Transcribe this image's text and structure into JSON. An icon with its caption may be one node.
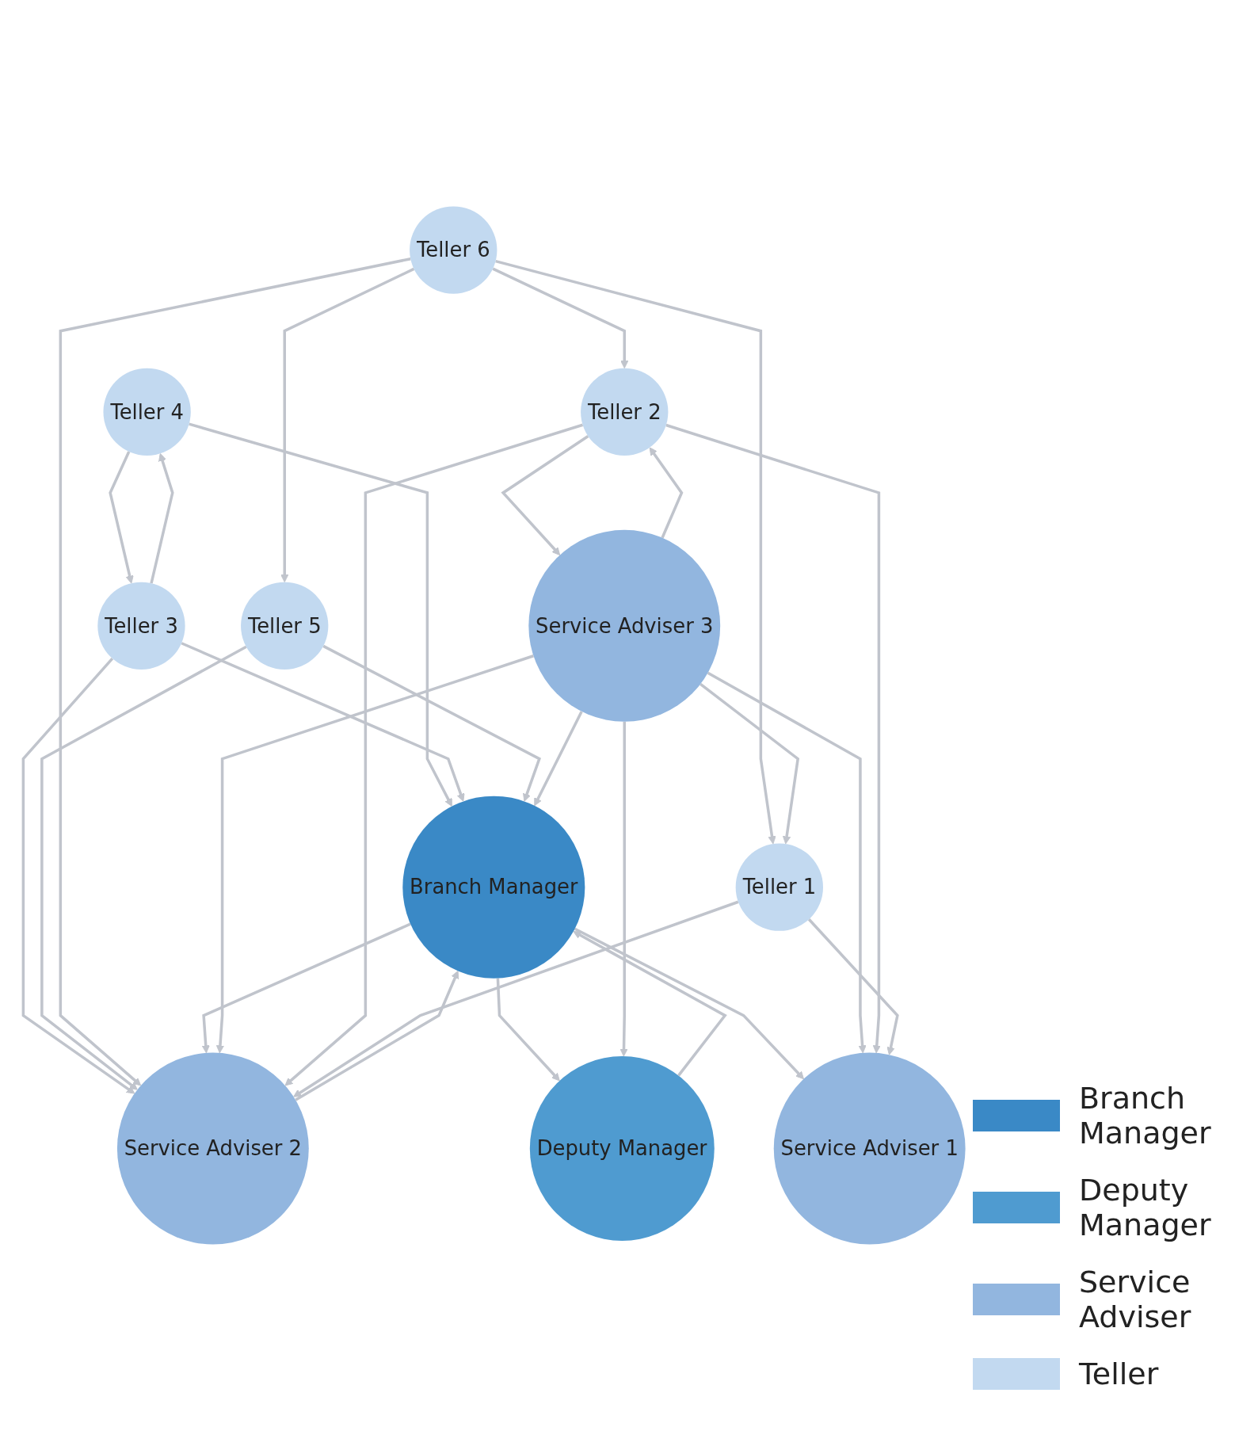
{
  "diagram": {
    "nodes": [
      {
        "text": [
          "Teller 4"
        ]
      },
      {
        "text": [
          "Teller 3"
        ]
      },
      {
        "text": [
          "Teller 5"
        ]
      },
      {
        "text": [
          "Branch Manager"
        ]
      },
      {
        "text": [
          "Service Adviser 2"
        ]
      },
      {
        "text": [
          "Teller 6"
        ]
      },
      {
        "text": [
          "Deputy Manager"
        ]
      },
      {
        "text": [
          "Service Adviser 3"
        ]
      },
      {
        "text": [
          "Teller 1"
        ]
      },
      {
        "text": [
          "Teller 2"
        ]
      },
      {
        "text": [
          "Service Adviser 1"
        ]
      }
    ],
    "edges": [
      {
        "from": 0,
        "to": 1,
        "arrow": "to"
      },
      {
        "from": 1,
        "to": 0,
        "arrow": "to"
      },
      {
        "from": 0,
        "to": 3,
        "arrow": "to"
      },
      {
        "from": 1,
        "to": 3,
        "arrow": "to"
      },
      {
        "from": 1,
        "to": 4,
        "arrow": "to"
      },
      {
        "from": 2,
        "to": 3,
        "arrow": "to"
      },
      {
        "from": 2,
        "to": 4,
        "arrow": "to"
      },
      {
        "from": 5,
        "to": 2,
        "arrow": "to"
      },
      {
        "from": 5,
        "to": 4,
        "arrow": "to"
      },
      {
        "from": 5,
        "to": 9,
        "arrow": "to"
      },
      {
        "from": 5,
        "to": 8,
        "arrow": "to"
      },
      {
        "from": 3,
        "to": 4,
        "arrow": "to"
      },
      {
        "from": 4,
        "to": 3,
        "arrow": "to"
      },
      {
        "from": 3,
        "to": 6,
        "arrow": "to"
      },
      {
        "from": 6,
        "to": 3,
        "arrow": "to"
      },
      {
        "from": 3,
        "to": 10,
        "arrow": "to"
      },
      {
        "from": 7,
        "to": 3,
        "arrow": "to"
      },
      {
        "from": 7,
        "to": 4,
        "arrow": "to"
      },
      {
        "from": 7,
        "to": 6,
        "arrow": "to"
      },
      {
        "from": 7,
        "to": 8,
        "arrow": "to"
      },
      {
        "from": 7,
        "to": 9,
        "arrow": "to"
      },
      {
        "from": 9,
        "to": 7,
        "arrow": "to"
      },
      {
        "from": 7,
        "to": 10,
        "arrow": "to"
      },
      {
        "from": 9,
        "to": 4,
        "arrow": "to"
      },
      {
        "from": 8,
        "to": 4,
        "arrow": "to"
      },
      {
        "from": 9,
        "to": 10,
        "arrow": "to"
      },
      {
        "from": 8,
        "to": 10,
        "arrow": "to"
      }
    ],
    "legend": [
      {
        "text": "Branch Manager",
        "color": "#3a89c6"
      },
      {
        "text": "Deputy Manager",
        "color": "#4f9bd0"
      },
      {
        "text": "Service Adviser",
        "color": "#92b6df"
      },
      {
        "text": "Teller",
        "color": "#c2d9f0"
      }
    ]
  }
}
